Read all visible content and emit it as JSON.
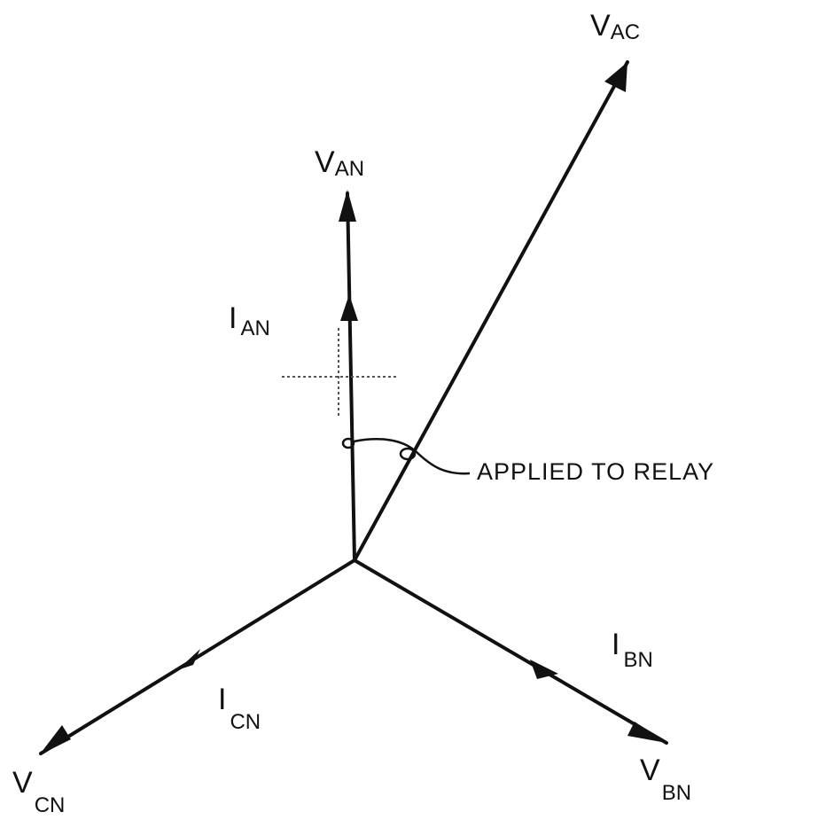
{
  "diagram": {
    "labels": {
      "vac": {
        "main": "V",
        "sub": "AC"
      },
      "van": {
        "main": "V",
        "sub": "AN"
      },
      "ian": {
        "main": "I",
        "sub": "AN"
      },
      "ibn": {
        "main": "I",
        "sub": "BN"
      },
      "vbn": {
        "main": "V",
        "sub": "BN"
      },
      "icn": {
        "main": "I",
        "sub": "CN"
      },
      "vcn": {
        "main": "V",
        "sub": "CN"
      }
    },
    "annotation": "APPLIED TO RELAY"
  },
  "colors": {
    "ink": "#111111",
    "background": "#ffffff"
  }
}
